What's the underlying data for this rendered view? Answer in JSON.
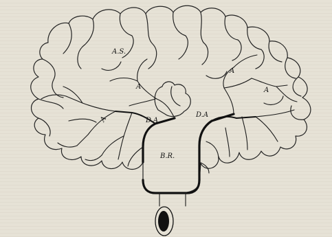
{
  "labels": {
    "as": "A.S.",
    "a_center": "A",
    "a_right": "A",
    "a_far_right": "A",
    "a_left": "A",
    "da_left": "D.A",
    "da_right": "D.A",
    "br": "B.R."
  },
  "colors": {
    "paper": "#e6e2d6",
    "ink": "#111111"
  }
}
